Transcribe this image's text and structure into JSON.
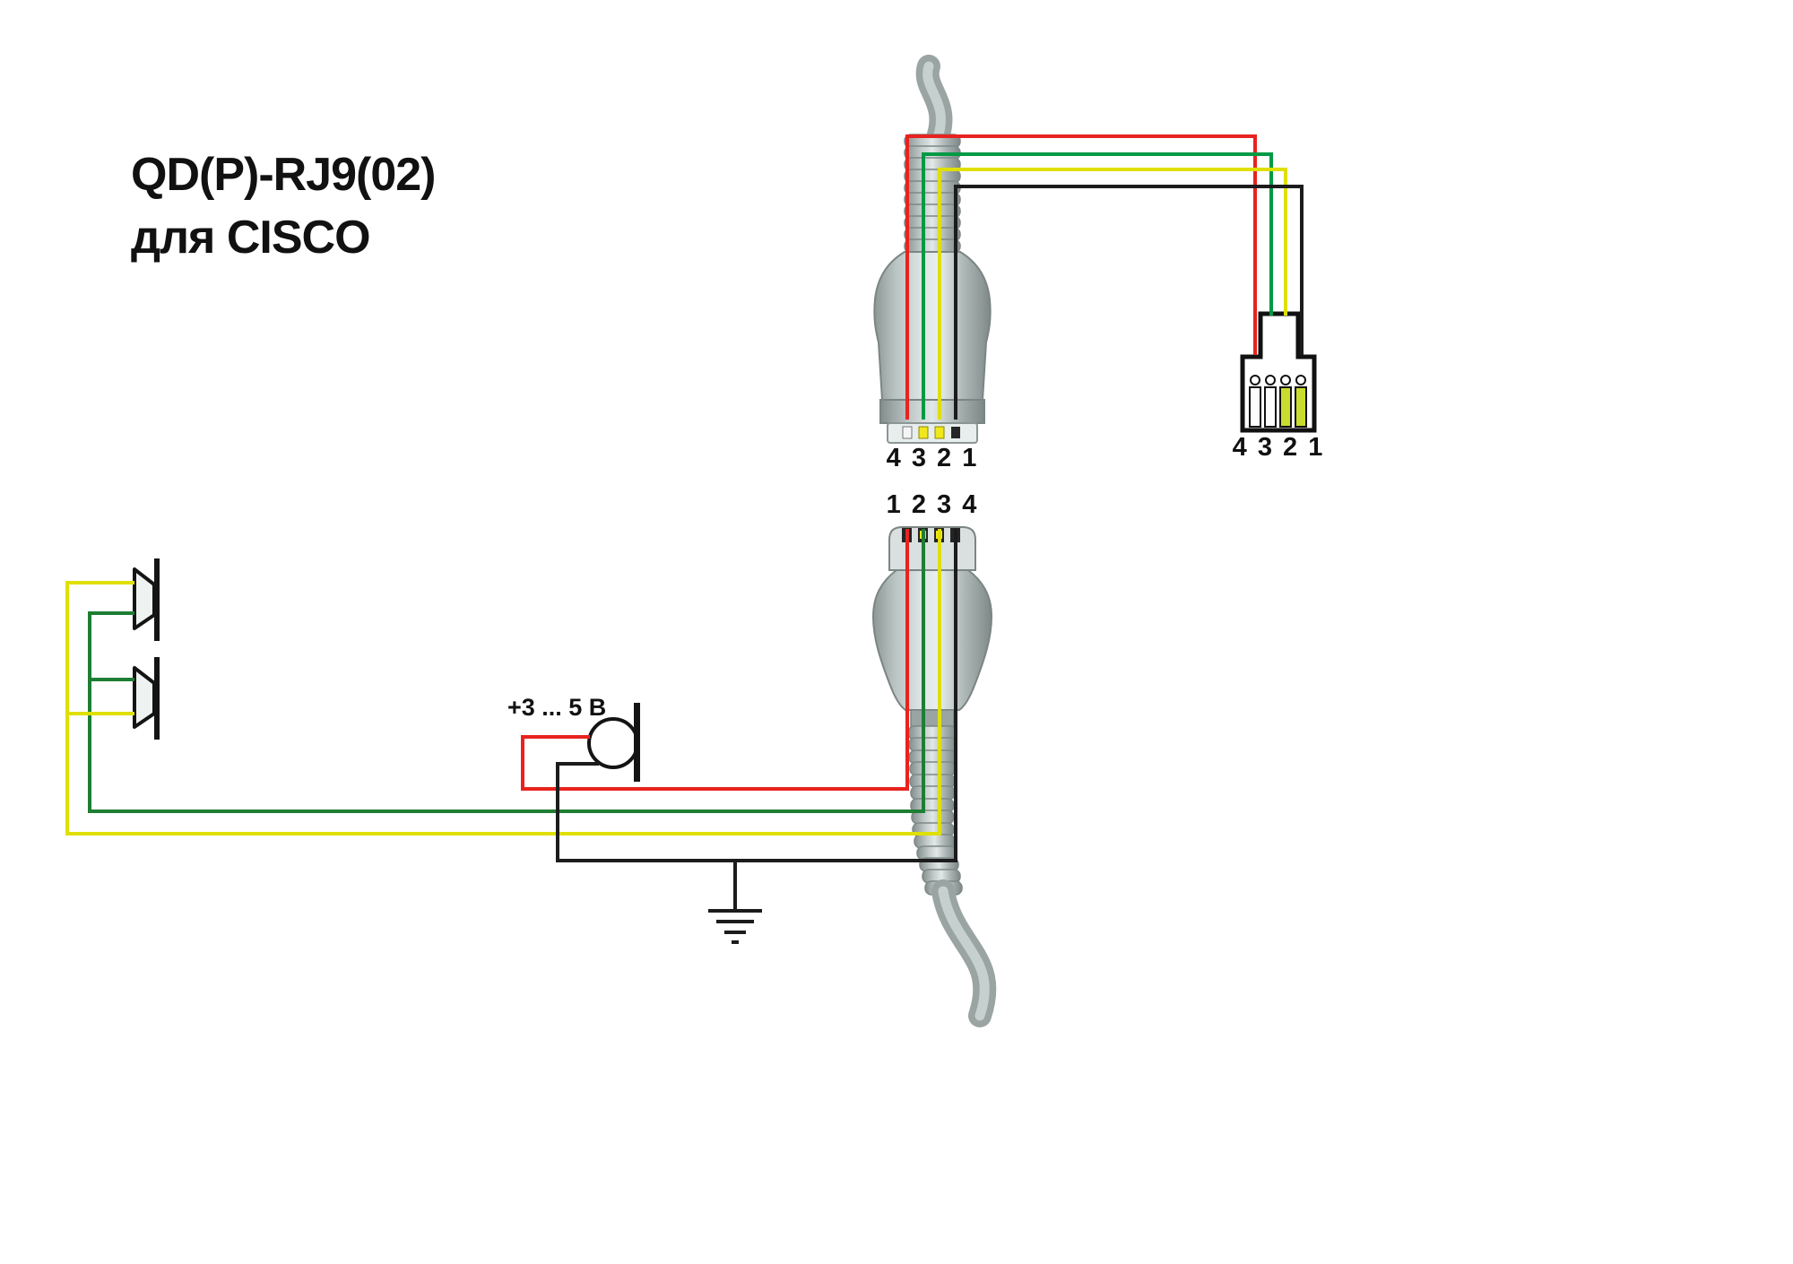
{
  "title": {
    "line1": "QD(P)-RJ9(02)",
    "line2": "для CISCO"
  },
  "labels": {
    "qd_plug_pins": "4 3 2 1",
    "rj9_pins": "4 3 2 1",
    "qd_socket_pins": "1 2 3 4",
    "mic_voltage": "+3 ... 5 В"
  },
  "colors": {
    "wire_red": "#e8231f",
    "wire_green": "#009a44",
    "wire_green_dark": "#1e7e34",
    "wire_yellow": "#dfe000",
    "wire_black": "#1c1c1c",
    "pin_highlight": "#c9dc2e",
    "contact_yellow": "#f2e71c"
  },
  "icons": {
    "speaker": "speaker-icon",
    "microphone": "microphone-icon",
    "ground": "ground-icon",
    "qd_connector": "qd-connector-icon",
    "rj9_connector": "rj9-connector-icon"
  }
}
